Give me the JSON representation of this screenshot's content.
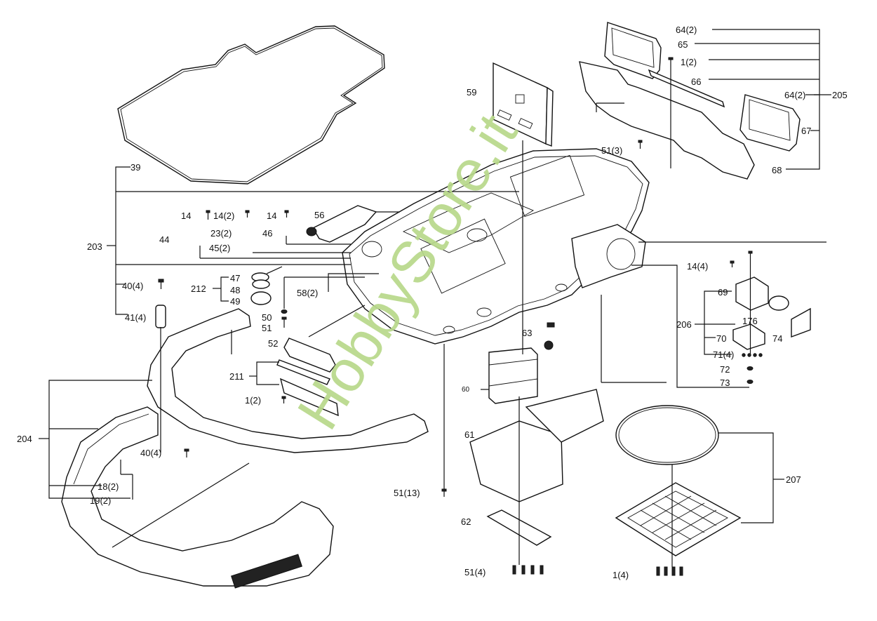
{
  "watermark": {
    "text": "HobbyStore.it",
    "color": "#b8d98a"
  },
  "groups": {
    "g203": "203",
    "g204": "204",
    "g205": "205",
    "g206": "206",
    "g207": "207",
    "g211": "211",
    "g212": "212"
  },
  "labels": {
    "p39": "39",
    "p14a": "14",
    "p14b": "14(2)",
    "p14c": "14",
    "p56": "56",
    "p44": "44",
    "p23": "23(2)",
    "p46": "46",
    "p45": "45(2)",
    "p40a": "40(4)",
    "p47": "47",
    "p48": "48",
    "p49": "49",
    "p58": "58(2)",
    "p50": "50",
    "p41": "41(4)",
    "p51": "51",
    "p52": "52",
    "p1a": "1(2)",
    "p40b": "40(4)",
    "p18": "18(2)",
    "p19": "19(2)",
    "p59": "59",
    "p51c": "51(3)",
    "p64a": "64(2)",
    "p65": "65",
    "p1b": "1(2)",
    "p66": "66",
    "p64b": "64(2)",
    "p67": "67",
    "p68": "68",
    "p14d": "14(4)",
    "p69": "69",
    "p176": "176",
    "p70": "70",
    "p74": "74",
    "p71": "71(4)",
    "p72": "72",
    "p73": "73",
    "p63": "63",
    "p60": "60",
    "p61": "61",
    "p51d": "51(13)",
    "p62": "62",
    "p51e": "51(4)",
    "p1c": "1(4)"
  }
}
